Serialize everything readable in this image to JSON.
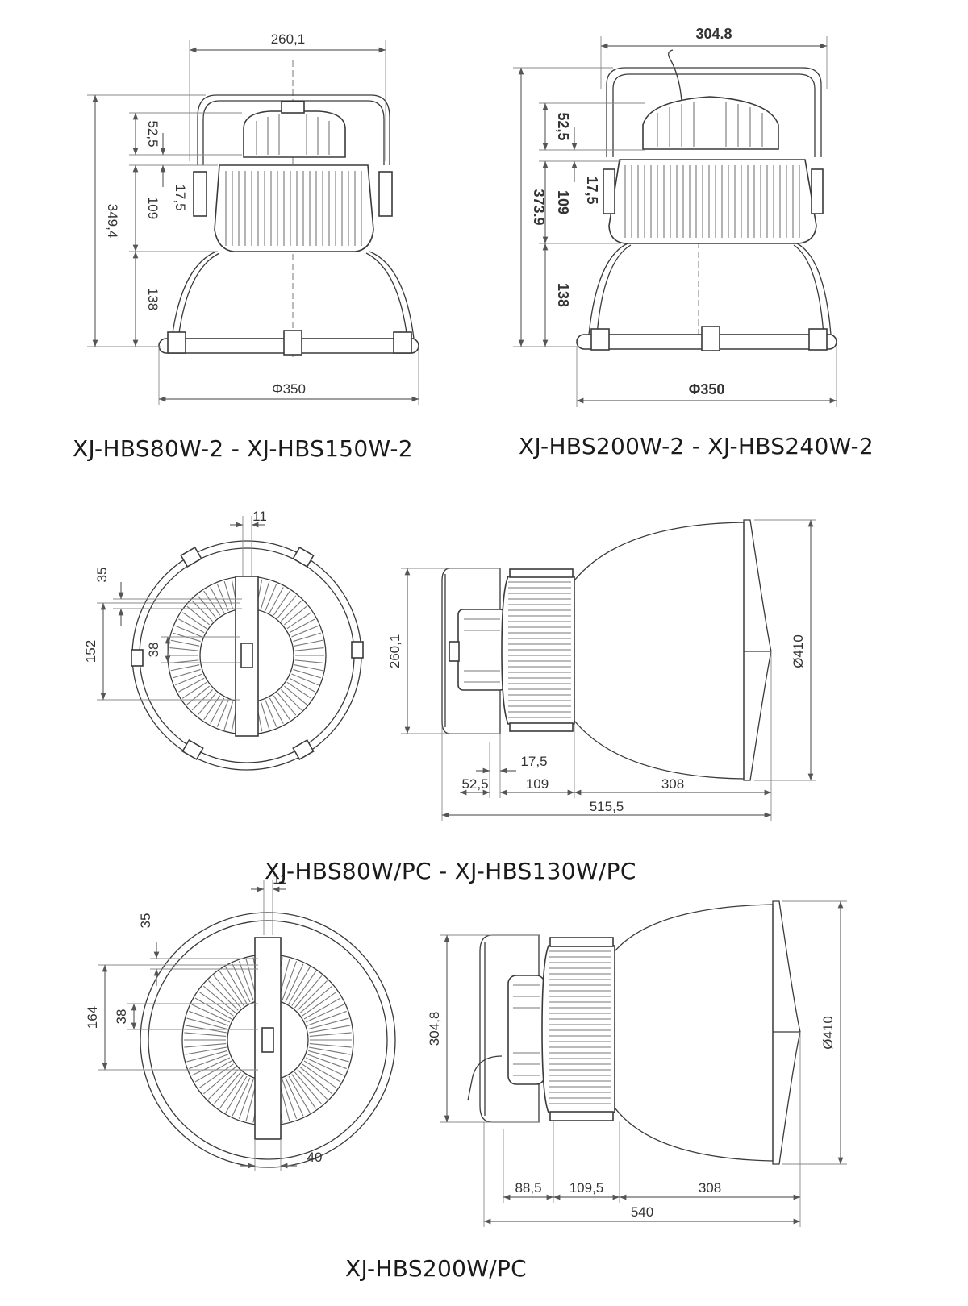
{
  "views": {
    "hbs2_small": {
      "caption": "XJ-HBS80W-2 - XJ-HBS150W-2",
      "dim_width": "260,1",
      "dim_height": "349,4",
      "dim_driver": "52,5",
      "dim_gap": "17,5",
      "dim_heatsink": "109",
      "dim_reflector": "138",
      "dim_diameter": "Φ350"
    },
    "hbs2_large": {
      "caption": "XJ-HBS200W-2 - XJ-HBS240W-2",
      "dim_width": "304.8",
      "dim_height": "373.9",
      "dim_driver": "52,5",
      "dim_gap": "17,5",
      "dim_heatsink": "109",
      "dim_reflector": "138",
      "dim_diameter": "Φ350"
    },
    "pc_small": {
      "caption": "XJ-HBS80W/PC - XJ-HBS130W/PC",
      "top_dim_11": "11",
      "top_dim_35": "35",
      "top_dim_152": "152",
      "top_dim_38": "38",
      "side_dim_height": "260,1",
      "side_dim_diameter": "Ø410",
      "side_dim_gap": "17,5",
      "side_dim_driver": "52,5",
      "side_dim_heatsink": "109",
      "side_dim_reflector": "308",
      "side_dim_total": "515,5"
    },
    "pc_large": {
      "caption": "XJ-HBS200W/PC",
      "top_dim_11": "11",
      "top_dim_35": "35",
      "top_dim_164": "164",
      "top_dim_38": "38",
      "top_dim_40": "40",
      "side_dim_height": "304,8",
      "side_dim_diameter": "Ø410",
      "side_dim_driver": "88,5",
      "side_dim_heatsink": "109,5",
      "side_dim_reflector": "308",
      "side_dim_total": "540"
    }
  }
}
